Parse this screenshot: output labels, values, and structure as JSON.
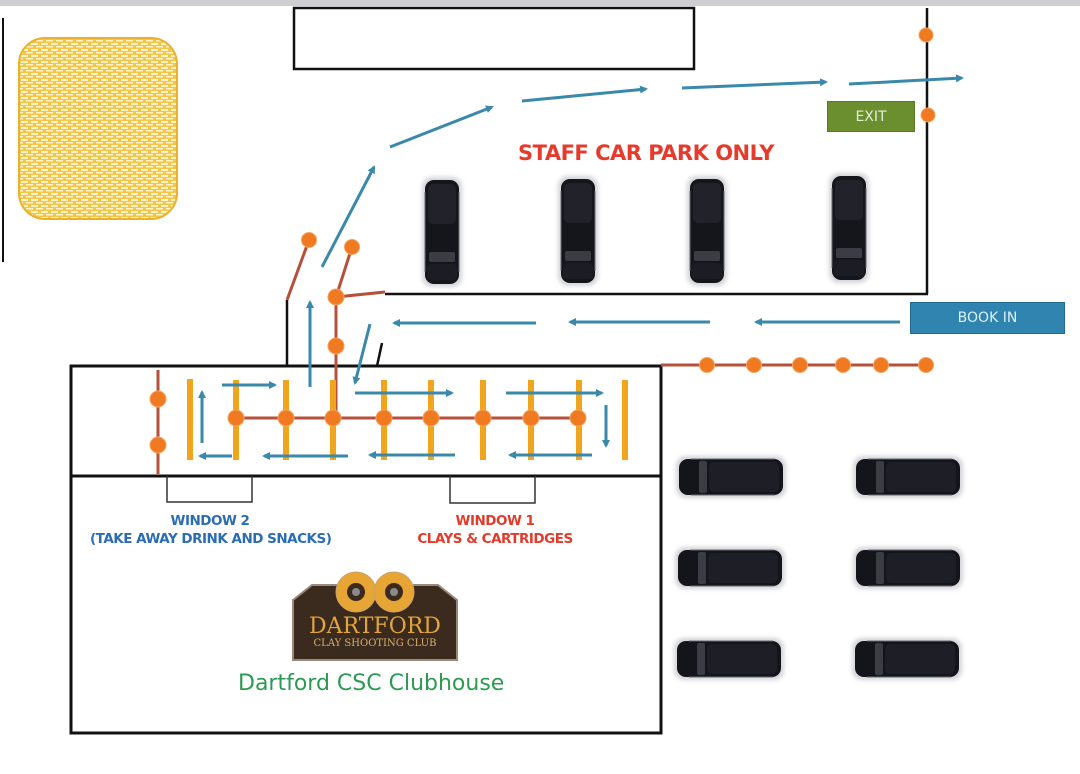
{
  "map": {
    "title": "Dartford CSC Site Layout",
    "labels": {
      "staff_car_park": "STAFF CAR PARK ONLY",
      "exit": "EXIT",
      "book_in": "BOOK IN",
      "window2_line1": "WINDOW 2",
      "window2_line2": "(TAKE AWAY DRINK AND SNACKS)",
      "window1_line1": "WINDOW 1",
      "window1_line2": "CLAYS & CARTRIDGES",
      "clubhouse": "Dartford CSC Clubhouse"
    },
    "logo": {
      "name_line1": "DARTFORD",
      "name_line2": "CLAY SHOOTING CLUB",
      "badge_text": "DARTFORD"
    },
    "colors": {
      "flow_arrow": "#3a88aa",
      "barrier_post": "#f07a22",
      "barrier_rope": "#b5513a",
      "queue_stand": "#f0a51c",
      "exit_fill": "#6b8e2f",
      "book_in_fill": "#2f84b0",
      "staff_text": "#e53b2c",
      "window2_text": "#2a6db3",
      "window1_text": "#e23b2c",
      "clubhouse_text": "#2d9a52",
      "hedge_fill": "#f3c64a"
    },
    "staff_car_park_cars": 4,
    "visitor_car_park_cars": 6
  }
}
